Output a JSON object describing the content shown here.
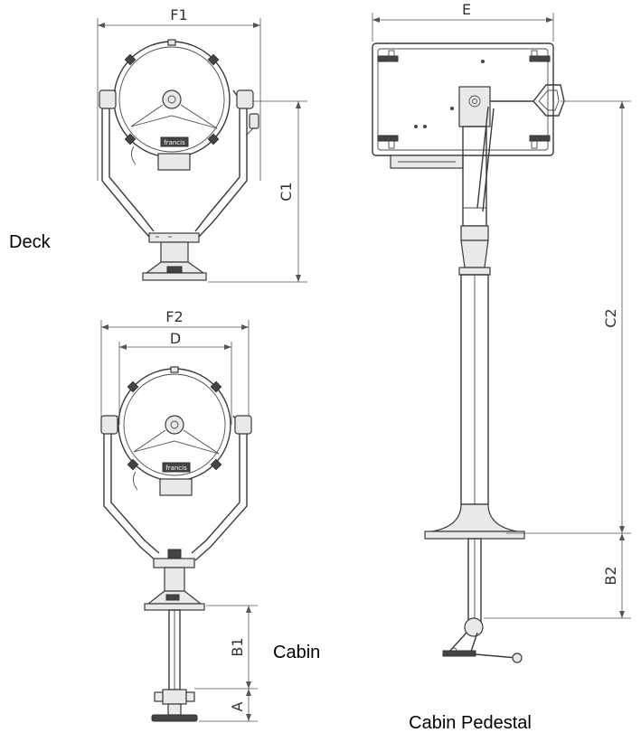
{
  "labels": {
    "deck": "Deck",
    "cabin": "Cabin",
    "cabin_pedestal": "Cabin Pedestal"
  },
  "dimensions": {
    "f1": "F1",
    "c1": "C1",
    "f2": "F2",
    "d": "D",
    "b1": "B1",
    "a": "A",
    "e": "E",
    "c2": "C2",
    "b2": "B2"
  },
  "logo": "francis"
}
